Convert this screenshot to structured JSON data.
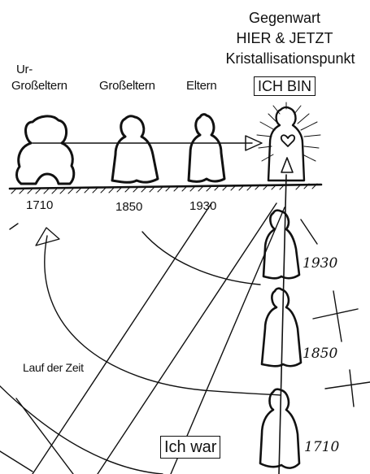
{
  "header": {
    "line1": "Gegenwart",
    "line2": "HIER & JETZT",
    "line3": "Kristallisationspunkt"
  },
  "present_box": "ICH BIN",
  "generations": [
    {
      "label": "Ur-",
      "label2": "Großeltern",
      "year": "1710"
    },
    {
      "label": "Großeltern",
      "year": "1850"
    },
    {
      "label": "Eltern",
      "year": "1930"
    }
  ],
  "vertical_years": [
    "1930",
    "1850",
    "1710"
  ],
  "time_label": "Lauf der Zeit",
  "past_box": "Ich war"
}
